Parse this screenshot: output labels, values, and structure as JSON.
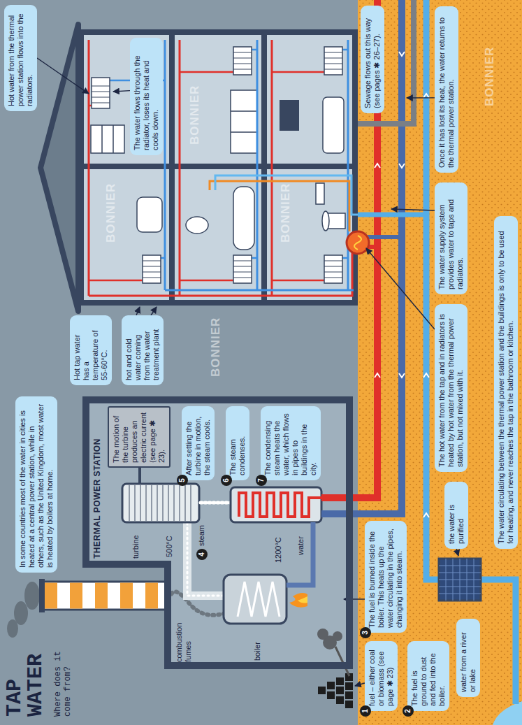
{
  "diagram": {
    "title": "TAP WATER",
    "nodes": [
      {
        "text": [
          "In some countries most of the water in cities is heated at a central power station, while in others, such as the United Kingdom, most water is heated by boilers at home."
        ]
      },
      {
        "text": [
          "Hot tap water has a temperature of 55-60°C."
        ]
      },
      {
        "text": [
          "hot and cold water coming from the water treatment plant"
        ]
      },
      {
        "text": [
          "Hot water from the thermal power station flows into the radiators."
        ]
      },
      {
        "text": [
          "The water flows through the radiator, loses its heat and cools down."
        ]
      },
      {
        "text": [
          "THERMAL POWER STATION"
        ]
      },
      {
        "text": [
          "The motion of the turbine produces an electric current (see page ✱ 23)."
        ],
        "in": 5
      },
      {
        "text": [
          "After setting the turbine in motion, the steam cools."
        ],
        "in": 5
      },
      {
        "text": [
          "The steam condenses."
        ],
        "in": 5
      },
      {
        "text": [
          "The condensing steam heats the water, which flows in pipes to buildings in the city."
        ],
        "in": 5
      },
      {
        "text": [
          "fuel – either coal or biomass (see page ✱ 23)"
        ]
      },
      {
        "text": [
          "The fuel is ground to dust and fed into the boiler."
        ]
      },
      {
        "text": [
          "The fuel is burned inside the boiler. This heats up the water circulating in the pipes, changing it into steam."
        ]
      },
      {
        "text": [
          "Sewage flows out this way (see pages ✱ 26–27)."
        ]
      },
      {
        "text": [
          "water from a river or lake"
        ]
      },
      {
        "text": [
          "the water is purified"
        ]
      },
      {
        "text": [
          "The hot water from the tap and in radiators is heated by hot water from the thermal power station, but not mixed with it."
        ]
      },
      {
        "text": [
          "The water circulating between the thermal power station and the buildings is only to be used for heating, and never reaches the tap in the bathroom or kitchen."
        ]
      },
      {
        "text": [
          "The water supply system provides water to taps and radiators."
        ]
      },
      {
        "text": [
          "Once it has lost its heat, the water returns to the thermal power station."
        ]
      }
    ],
    "labels": [
      "Where does it come from?",
      "combustion fumes",
      "4",
      "steam",
      "boiler",
      "1200°C",
      "turbine",
      "500°C",
      "water",
      "5",
      "6",
      "7",
      "1",
      "2",
      "3",
      "BONNIER",
      "BONNIER",
      "BONNIER",
      "BONNIER",
      "BONNIER"
    ]
  }
}
